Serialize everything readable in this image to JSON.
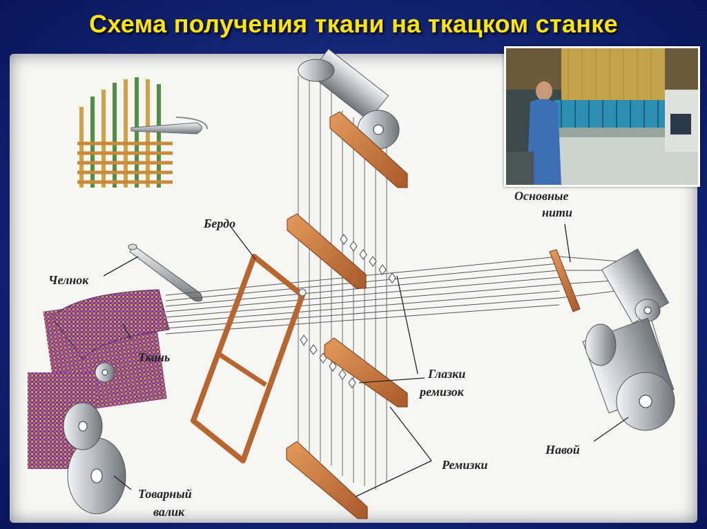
{
  "title": "Схема получения ткани на ткацком станке",
  "labels": {
    "berdo": "Бердо",
    "chelnok": "Челнок",
    "tkan": "Ткань",
    "osnovnye_line1": "Основные",
    "osnovnye_line2": "нити",
    "glazki_line1": "Глазки",
    "glazki_line2": "ремизок",
    "remizki": "Ремизки",
    "navoy": "Навой",
    "tovarny_line1": "Товарный",
    "tovarny_line2": "валик"
  },
  "colors": {
    "title": "#ffe600",
    "background": "#14277a",
    "wood": "#c8753a",
    "fabric": "#8a3e8e",
    "roller": "#b8bcc0"
  },
  "icons": [
    "weave-pattern-icon",
    "shuttle-icon",
    "loom-photo"
  ]
}
